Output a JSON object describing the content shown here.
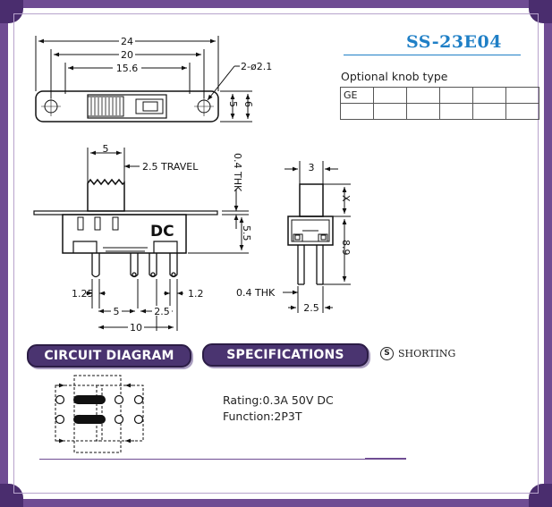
{
  "model": "SS-23E04",
  "knob": {
    "title": "Optional knob type",
    "cells": [
      "GE",
      "",
      "",
      "",
      "",
      ""
    ]
  },
  "top_view": {
    "dim_24": "24",
    "dim_20": "20",
    "dim_15_6": "15.6",
    "hole_note": "2-ø2.1",
    "dim_5": "5",
    "dim_6": "6"
  },
  "front_view": {
    "dim_5": "5",
    "travel": "2.5 TRAVEL",
    "thk": "0.4 THK",
    "height": "5.5",
    "dc": "DC",
    "dim_1_25": "1.25",
    "dim_1_2": "1.2",
    "pitch_5": "5",
    "pitch_2_5": "2.5",
    "dim_10": "10"
  },
  "side_view": {
    "dim_3": "3",
    "x": "X",
    "dim_8_9": "8.9",
    "thk": "0.4 THK",
    "dim_2_5": "2.5"
  },
  "circuit_label": "CIRCUIT DIAGRAM",
  "spec_label": "SPECIFICATIONS",
  "shorting": {
    "icon": "S",
    "label": "SHORTING"
  },
  "specs": {
    "rating": "Rating:0.3A 50V DC",
    "function": "Function:2P3T"
  }
}
